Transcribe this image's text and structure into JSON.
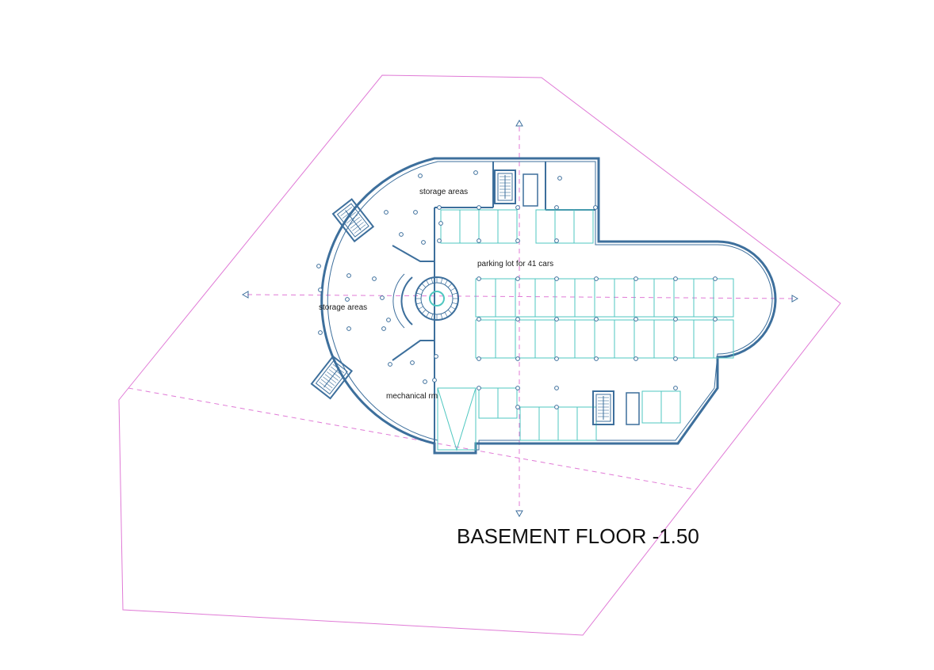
{
  "title": "BASEMENT FLOOR -1.50",
  "labels": {
    "storage_top": "storage areas",
    "storage_left": "storage areas",
    "parking": "parking lot for 41 cars",
    "mechanical": "mechanical rm"
  },
  "colors": {
    "site_boundary": "#e07ad6",
    "axis_line": "#e07ad6",
    "wall": "#3d6f9c",
    "parking_lines": "#4fc7c0",
    "column": "#3d6f9c",
    "title_text": "#111111"
  },
  "icons": [
    "stair-icon",
    "spiral-ramp-icon",
    "axis-marker-icon",
    "column-icon"
  ]
}
